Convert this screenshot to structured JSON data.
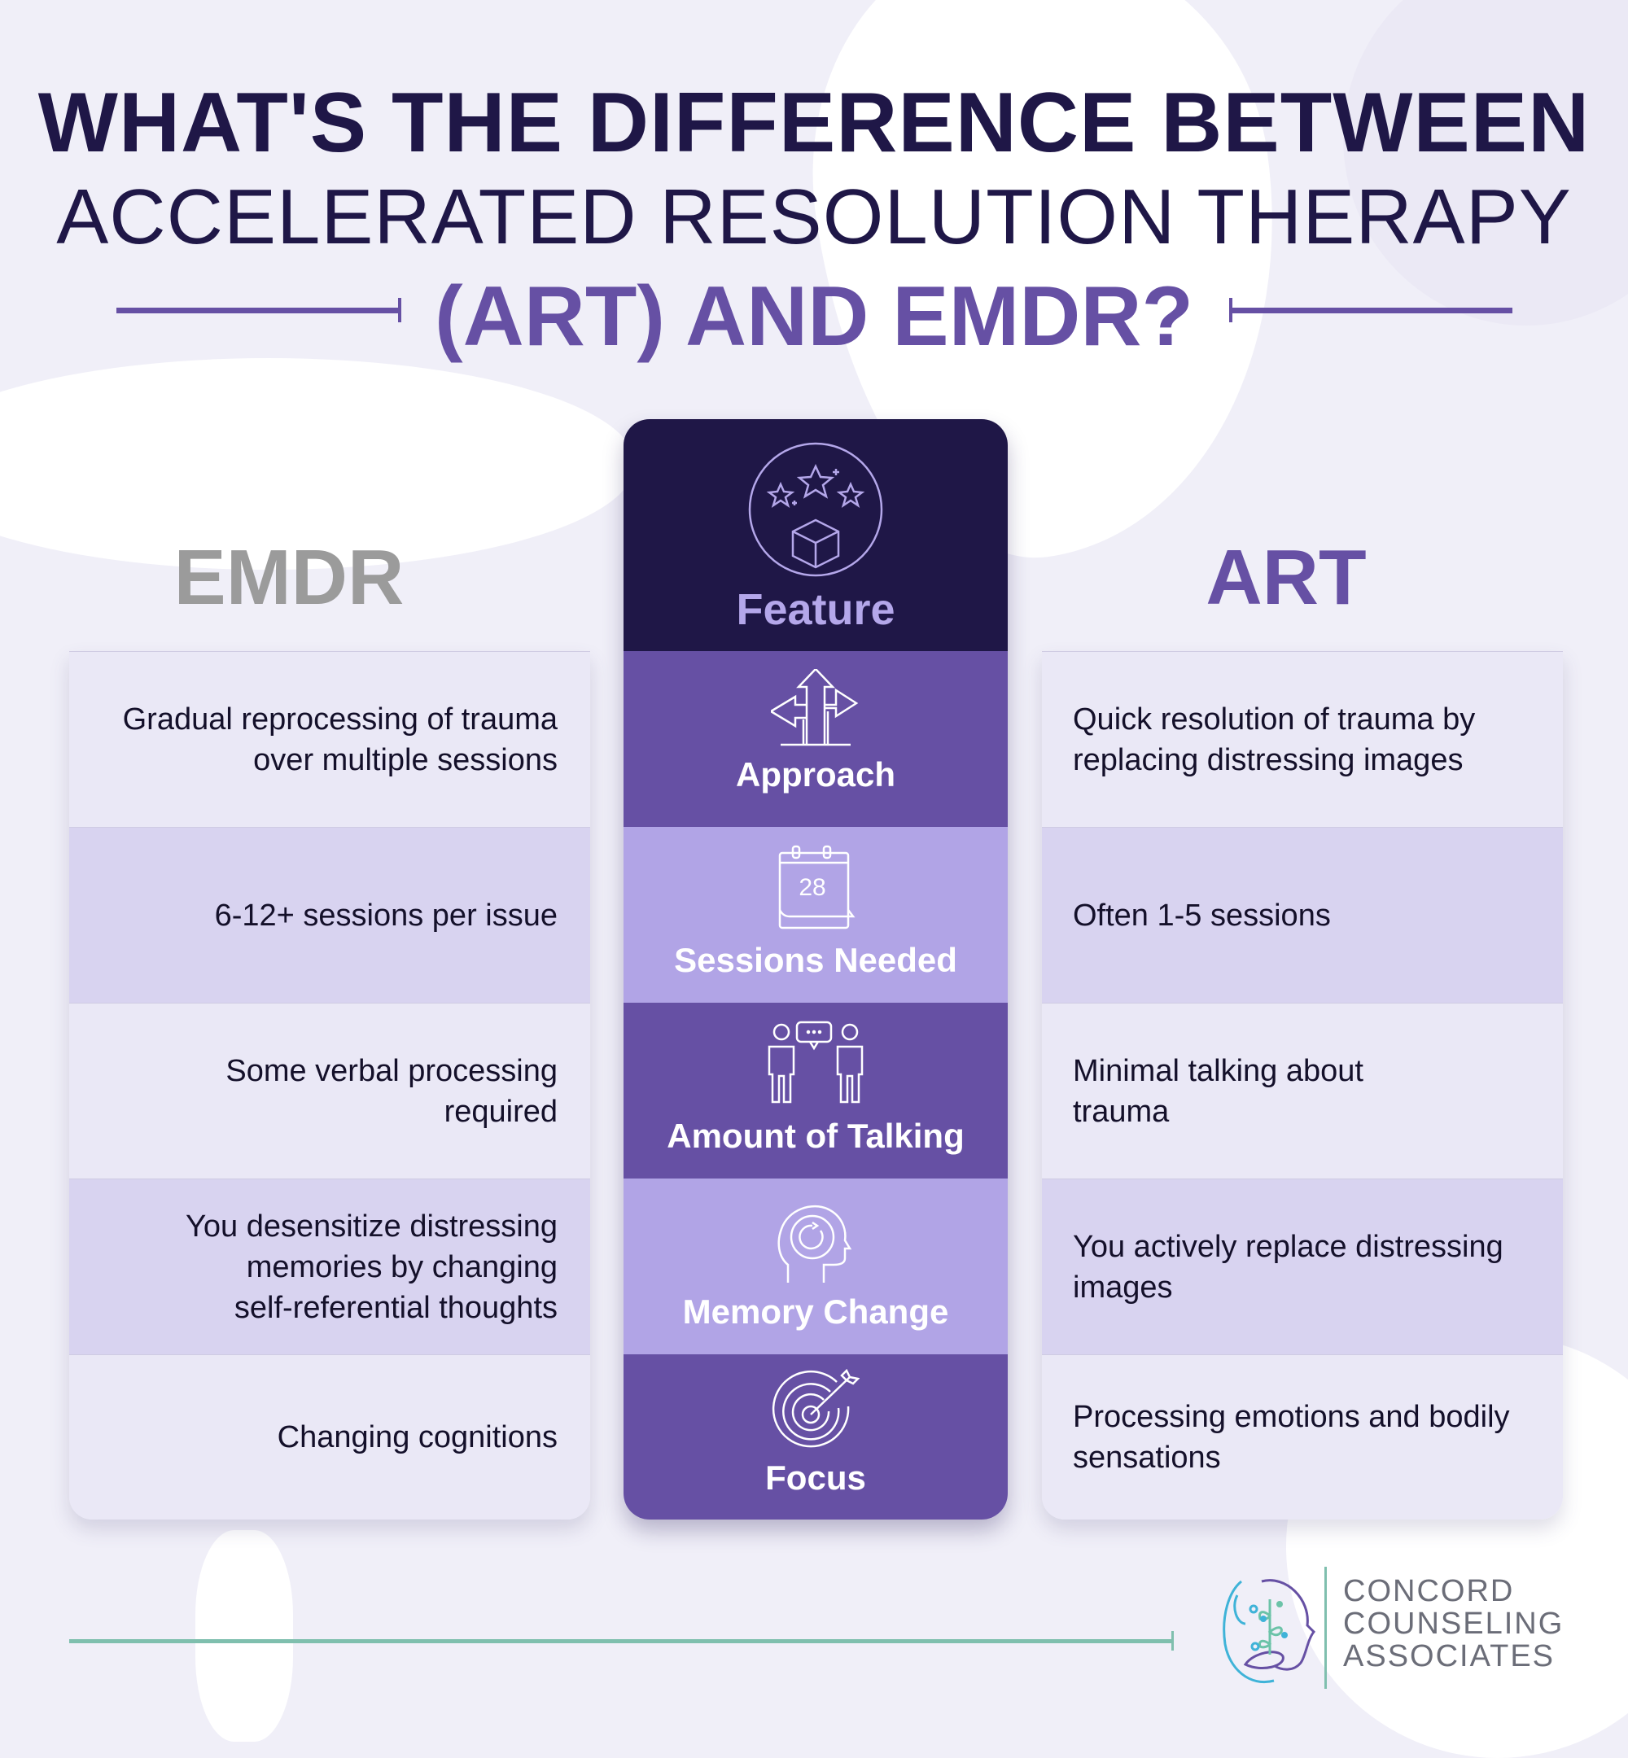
{
  "header": {
    "line1": "WHAT'S THE DIFFERENCE BETWEEN",
    "line2": "ACCELERATED RESOLUTION THERAPY",
    "line3": "(ART) AND EMDR?"
  },
  "columns": {
    "left_title": "EMDR",
    "center_title": "Feature",
    "right_title": "ART"
  },
  "rows": [
    {
      "feature": "Approach",
      "icon": "split-arrows-icon",
      "emdr": "Gradual reprocessing of trauma\nover multiple sessions",
      "art": "Quick resolution of trauma by\nreplacing distressing images"
    },
    {
      "feature": "Sessions Needed",
      "icon": "calendar-icon",
      "calendar_day": "28",
      "emdr": "6-12+ sessions per issue",
      "art": "Often 1-5 sessions"
    },
    {
      "feature": "Amount of Talking",
      "icon": "two-people-talking-icon",
      "emdr": "Some verbal processing\nrequired",
      "art": "Minimal talking about\ntrauma"
    },
    {
      "feature": "Memory Change",
      "icon": "head-refresh-icon",
      "emdr": "You desensitize distressing\nmemories by changing\nself-referential thoughts",
      "art": "You actively replace distressing\nimages"
    },
    {
      "feature": "Focus",
      "icon": "target-arrow-icon",
      "emdr": "Changing cognitions",
      "art": "Processing emotions and bodily\nsensations"
    }
  ],
  "footer": {
    "brand_line1": "CONCORD",
    "brand_line2": "COUNSELING",
    "brand_line3": "ASSOCIATES"
  },
  "colors": {
    "navy": "#1f1747",
    "purple": "#6650a4",
    "lavender": "#b1a4e6",
    "row_light": "#eae8f6",
    "row_mid": "#d8d3f0",
    "emdr_gray": "#9b9b9b",
    "teal": "#7fbfae"
  }
}
